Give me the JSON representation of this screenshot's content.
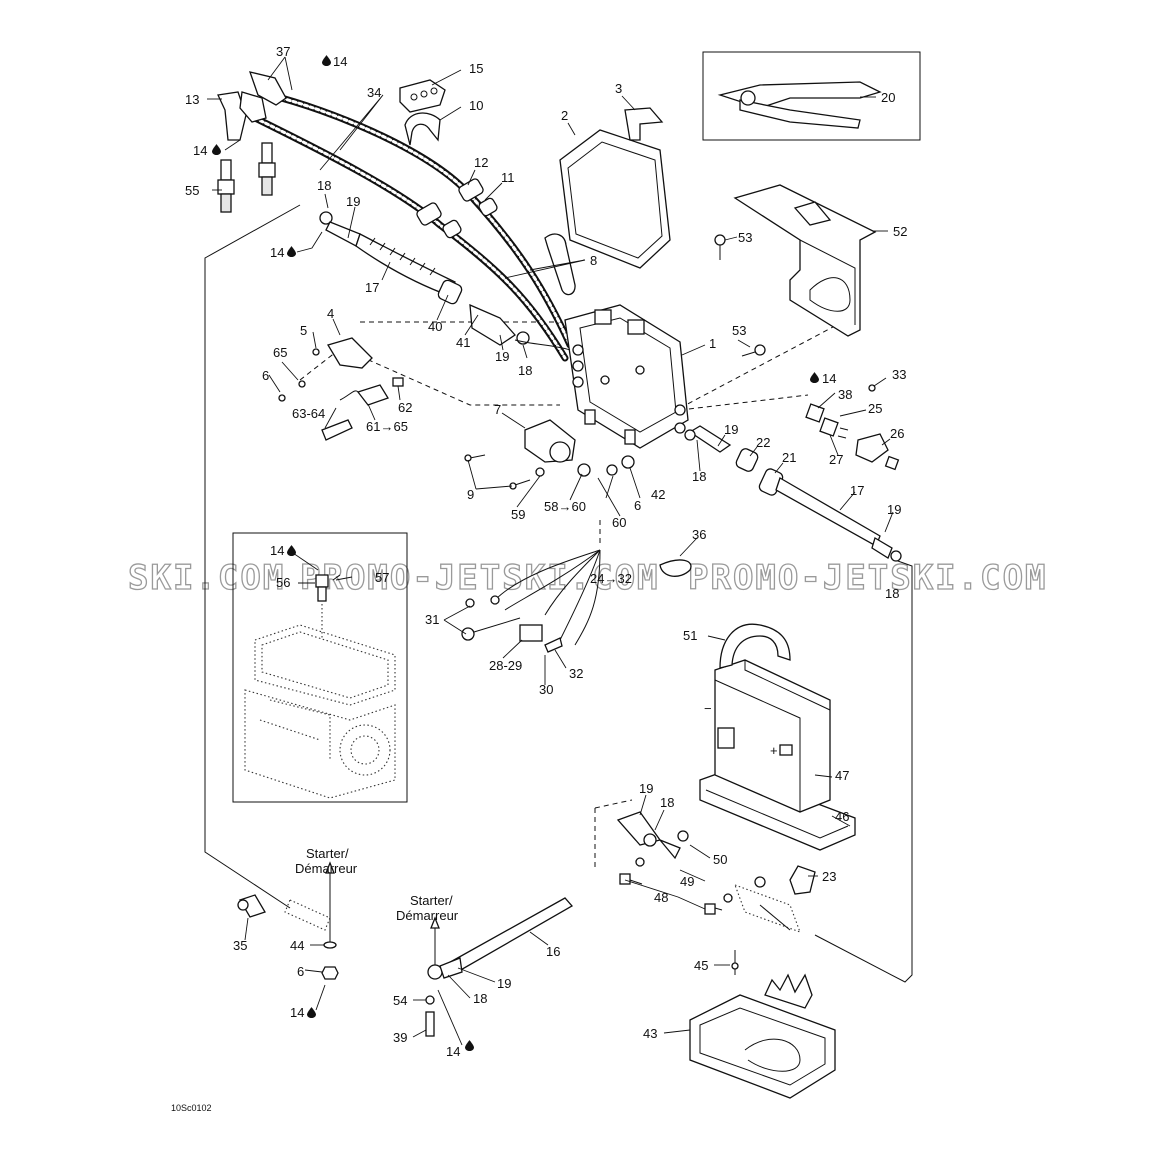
{
  "document_code": "10Sc0102",
  "watermark": {
    "left": "SKI.COM",
    "center": "PROMO-JETSKI.COM",
    "right": "PROMO-JETSKI.COM"
  },
  "starter_label": {
    "line1": "Starter/",
    "line2": "Démarreur"
  },
  "callouts": [
    {
      "id": "c37",
      "text": "37"
    },
    {
      "id": "c14a",
      "text": "14"
    },
    {
      "id": "c13",
      "text": "13"
    },
    {
      "id": "c34",
      "text": "34"
    },
    {
      "id": "c15",
      "text": "15"
    },
    {
      "id": "c10",
      "text": "10"
    },
    {
      "id": "c3",
      "text": "3"
    },
    {
      "id": "c20",
      "text": "20"
    },
    {
      "id": "c2",
      "text": "2"
    },
    {
      "id": "c14b",
      "text": "14"
    },
    {
      "id": "c12",
      "text": "12"
    },
    {
      "id": "c11",
      "text": "11"
    },
    {
      "id": "c55",
      "text": "55"
    },
    {
      "id": "c18a",
      "text": "18"
    },
    {
      "id": "c19a",
      "text": "19"
    },
    {
      "id": "c53a",
      "text": "53"
    },
    {
      "id": "c52",
      "text": "52"
    },
    {
      "id": "c14c",
      "text": "14"
    },
    {
      "id": "c8",
      "text": "8"
    },
    {
      "id": "c17a",
      "text": "17"
    },
    {
      "id": "c4",
      "text": "4"
    },
    {
      "id": "c5",
      "text": "5"
    },
    {
      "id": "c40",
      "text": "40"
    },
    {
      "id": "c41",
      "text": "41"
    },
    {
      "id": "c19b",
      "text": "19"
    },
    {
      "id": "c18b",
      "text": "18"
    },
    {
      "id": "c1",
      "text": "1"
    },
    {
      "id": "c53b",
      "text": "53"
    },
    {
      "id": "c65",
      "text": "65"
    },
    {
      "id": "c6a",
      "text": "6"
    },
    {
      "id": "c62",
      "text": "62"
    },
    {
      "id": "c63",
      "text": "63-64"
    },
    {
      "id": "c61",
      "text": "61→65"
    },
    {
      "id": "c14d",
      "text": "14"
    },
    {
      "id": "c33",
      "text": "33"
    },
    {
      "id": "c38",
      "text": "38"
    },
    {
      "id": "c25",
      "text": "25"
    },
    {
      "id": "c7",
      "text": "7"
    },
    {
      "id": "c19c",
      "text": "19"
    },
    {
      "id": "c22",
      "text": "22"
    },
    {
      "id": "c21",
      "text": "21"
    },
    {
      "id": "c26",
      "text": "26"
    },
    {
      "id": "c27",
      "text": "27"
    },
    {
      "id": "c18c",
      "text": "18"
    },
    {
      "id": "c9",
      "text": "9"
    },
    {
      "id": "c6b",
      "text": "6"
    },
    {
      "id": "c42",
      "text": "42"
    },
    {
      "id": "c17b",
      "text": "17"
    },
    {
      "id": "c59",
      "text": "59"
    },
    {
      "id": "c58",
      "text": "58→60"
    },
    {
      "id": "c60",
      "text": "60"
    },
    {
      "id": "c19d",
      "text": "19"
    },
    {
      "id": "c36",
      "text": "36"
    },
    {
      "id": "c14e",
      "text": "14"
    },
    {
      "id": "c56",
      "text": "56"
    },
    {
      "id": "c57",
      "text": "57"
    },
    {
      "id": "c24",
      "text": "24→32"
    },
    {
      "id": "c18d",
      "text": "18"
    },
    {
      "id": "c31",
      "text": "31"
    },
    {
      "id": "c51",
      "text": "51"
    },
    {
      "id": "c2829",
      "text": "28-29"
    },
    {
      "id": "c32",
      "text": "32"
    },
    {
      "id": "c30",
      "text": "30"
    },
    {
      "id": "c47",
      "text": "47"
    },
    {
      "id": "c46",
      "text": "46"
    },
    {
      "id": "c19e",
      "text": "19"
    },
    {
      "id": "c18e",
      "text": "18"
    },
    {
      "id": "c50",
      "text": "50"
    },
    {
      "id": "c23",
      "text": "23"
    },
    {
      "id": "c49",
      "text": "49"
    },
    {
      "id": "c48",
      "text": "48"
    },
    {
      "id": "c35",
      "text": "35"
    },
    {
      "id": "c44",
      "text": "44"
    },
    {
      "id": "c6c",
      "text": "6"
    },
    {
      "id": "c14f",
      "text": "14"
    },
    {
      "id": "c16",
      "text": "16"
    },
    {
      "id": "c19f",
      "text": "19"
    },
    {
      "id": "c18f",
      "text": "18"
    },
    {
      "id": "c54",
      "text": "54"
    },
    {
      "id": "c39",
      "text": "39"
    },
    {
      "id": "c14g",
      "text": "14"
    },
    {
      "id": "c45",
      "text": "45"
    },
    {
      "id": "c43",
      "text": "43"
    }
  ]
}
